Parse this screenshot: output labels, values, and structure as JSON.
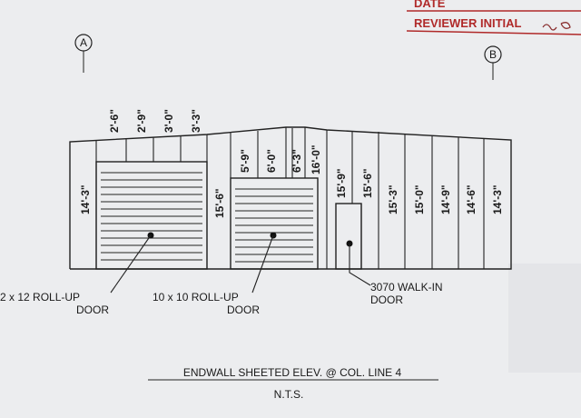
{
  "stamp": {
    "date_label": "DATE",
    "reviewer_label": "REVIEWER INITIAL"
  },
  "grid_bubbles": {
    "left": "A",
    "right": "B"
  },
  "dimensions": {
    "top": [
      "2'-6\"",
      "2'-9\"",
      "3'-0\"",
      "3'-3\""
    ],
    "left_wall": "14'-3\"",
    "mid_wall": "15'-6\"",
    "over_door2": [
      "5'-9\"",
      "6'-0\"",
      "6'-3\"",
      "16'-0\""
    ],
    "right": [
      "15'-9\"",
      "15'-6\"",
      "15'-3\"",
      "15'-0\"",
      "14'-9\"",
      "14'-6\"",
      "14'-3\""
    ]
  },
  "callouts": {
    "door1": [
      "2 x 12 ROLL-UP",
      "DOOR"
    ],
    "door2": [
      "10 x 10 ROLL-UP",
      "DOOR"
    ],
    "door3": [
      "3070 WALK-IN",
      "DOOR"
    ]
  },
  "title": "ENDWALL SHEETED ELEV. @ COL. LINE 4",
  "subtitle": "N.T.S."
}
